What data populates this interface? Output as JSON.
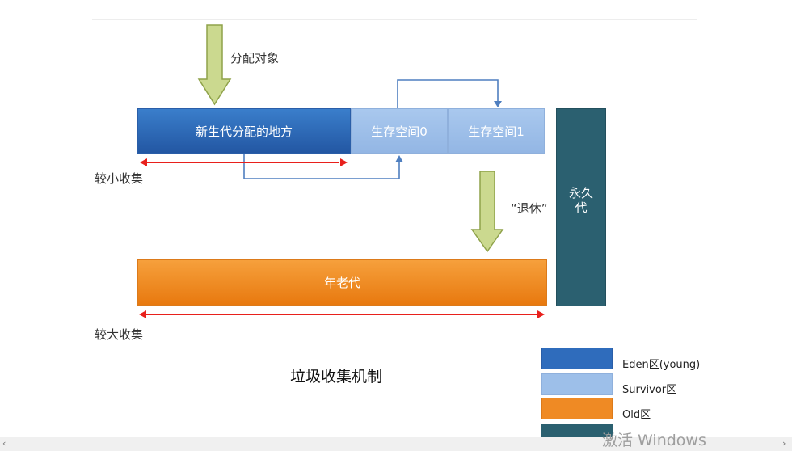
{
  "diagram": {
    "title": "垃圾收集机制",
    "alloc_label": "分配对象",
    "eden_label": "新生代分配的地方",
    "survivor0_label": "生存空间0",
    "survivor1_label": "生存空间1",
    "perm_label_line1": "永久",
    "perm_label_line2": "代",
    "retire_label": "“退休”",
    "old_label": "年老代",
    "minor_gc_label": "较小收集",
    "major_gc_label": "较大收集"
  },
  "legend": {
    "items": [
      {
        "label": "Eden区(young)",
        "color": "#2f6cbc"
      },
      {
        "label": "Survivor区",
        "color": "#9dbfe9"
      },
      {
        "label": "Old区",
        "color": "#ef8a24"
      },
      {
        "label": "",
        "color": "#2b6070"
      }
    ]
  },
  "colors": {
    "arrow_fill": "#cbd98f",
    "arrow_stroke": "#8fa24a",
    "connector": "#4f7fc0",
    "range_arrow": "#e8201c"
  },
  "watermark": "激活 Windows",
  "scrollbar": {
    "left_icon": "chevron-left-icon",
    "right_icon": "chevron-right-icon"
  }
}
